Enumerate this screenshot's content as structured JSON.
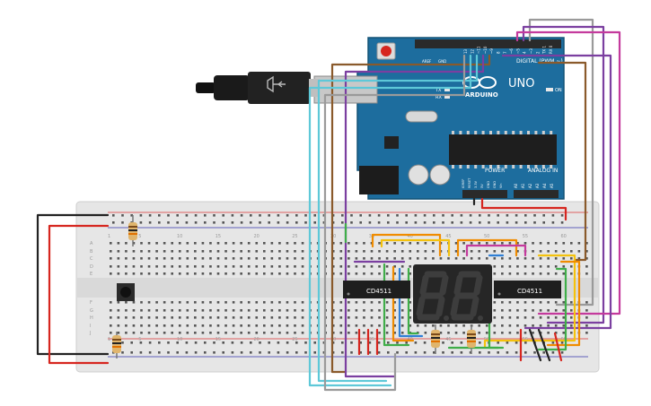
{
  "arduino": {
    "board_name": "UNO",
    "logo_text": "ARDUINO",
    "digital_label": "DIGITAL (PWM ~)",
    "power_label": "POWER",
    "analog_label": "ANALOG IN",
    "tx_label": "TX",
    "rx_label": "RX",
    "on_label": "ON",
    "aref_label": "AREF",
    "gnd_label": "GND",
    "l_label": "L",
    "digital_pins": [
      "13",
      "12",
      "~11",
      "~10",
      "~9",
      "8",
      "7",
      "~6",
      "~5",
      "4",
      "~3",
      "2",
      "TX 1",
      "RX 0"
    ],
    "power_pins": [
      "IOREF",
      "RESET",
      "3.3V",
      "5V",
      "GND",
      "GND",
      "Vin"
    ],
    "analog_pins": [
      "A0",
      "A1",
      "A2",
      "A3",
      "A4",
      "A5"
    ]
  },
  "breadboard": {
    "row_letters_top": [
      "A",
      "B",
      "C",
      "D",
      "E"
    ],
    "row_letters_bottom": [
      "F",
      "G",
      "H",
      "I",
      "J"
    ],
    "column_numbers": [
      "1",
      "5",
      "10",
      "15",
      "20",
      "25",
      "30",
      "35",
      "40",
      "45",
      "50",
      "55",
      "60"
    ]
  },
  "chips": {
    "left_label": "CD4511",
    "right_label": "CD4511"
  },
  "display": {
    "digit_left": "8.",
    "digit_right": "8."
  },
  "colors": {
    "arduino_board": "#1d6d9e",
    "breadboard": "#e4e4e4",
    "wire_red": "#d6261f",
    "wire_black": "#222222",
    "wire_orange": "#f08c00",
    "wire_yellow": "#f4c20d",
    "wire_green": "#3fae49",
    "wire_blue": "#2f7fd6",
    "wire_purple": "#7b3fa0",
    "wire_magenta": "#c43a9d",
    "wire_cyan": "#5ec8d8",
    "wire_brown": "#8a5a2b",
    "wire_gray": "#9a9a9a"
  }
}
